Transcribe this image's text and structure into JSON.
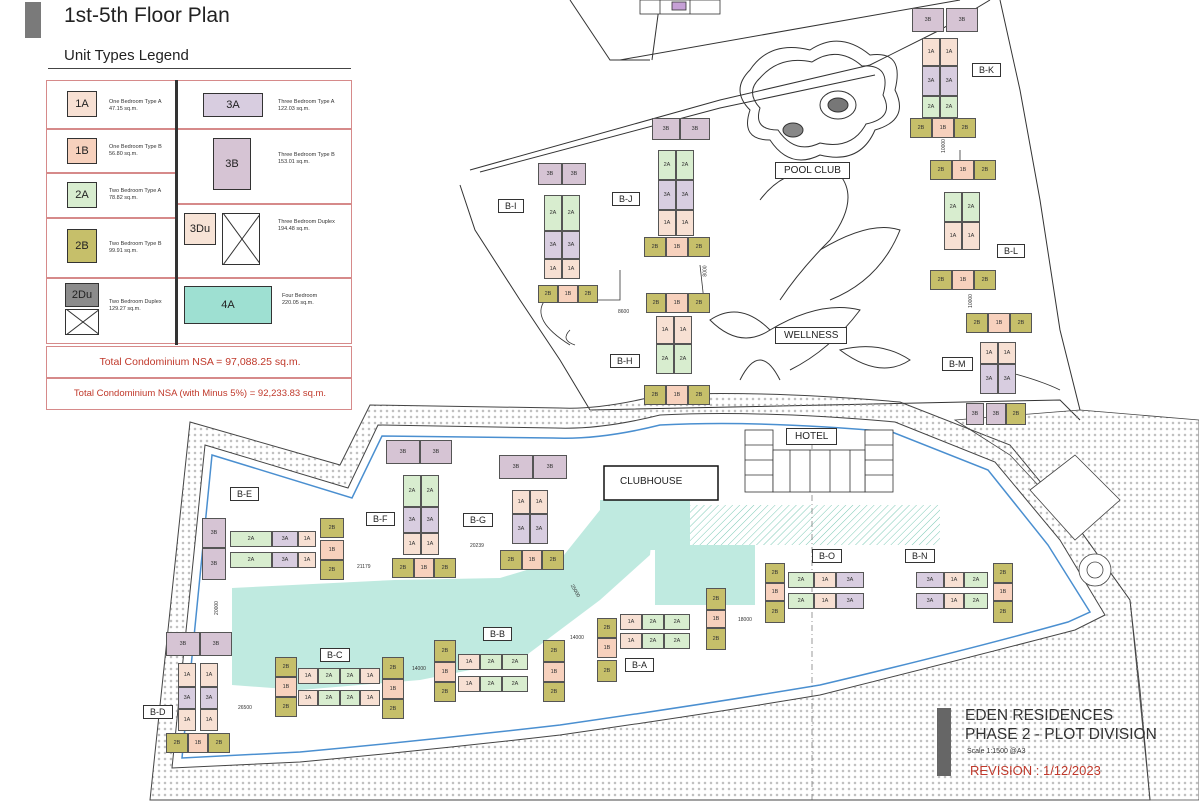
{
  "page_title": "1st-5th Floor Plan",
  "legend": {
    "title": "Unit Types Legend",
    "left_items": [
      {
        "code": "1A",
        "name": "One Bedroom Type A",
        "area": "47.15 sq.m.",
        "color": "#f7e0d3"
      },
      {
        "code": "1B",
        "name": "One Bedroom Type B",
        "area": "56.80 sq.m.",
        "color": "#f7d1bd"
      },
      {
        "code": "2A",
        "name": "Two Bedroom Type A",
        "area": "78.82 sq.m.",
        "color": "#d8edcf"
      },
      {
        "code": "2B",
        "name": "Two Bedroom Type B",
        "area": "99.91 sq.m.",
        "color": "#c6bf6a"
      },
      {
        "code": "2Du",
        "name": "Two Bedroom Duplex",
        "area": "129.27 sq.m.",
        "color": "#8c8c8c"
      }
    ],
    "right_items": [
      {
        "code": "3A",
        "name": "Three Bedroom Type A",
        "area": "122.03 sq.m.",
        "color": "#d8cde0"
      },
      {
        "code": "3B",
        "name": "Three Bedroom Type B",
        "area": "153.01 sq.m.",
        "color": "#d6c4d4"
      },
      {
        "code": "3Du",
        "name": "Three Bedroom Duplex",
        "area": "194.48 sq.m.",
        "color": "#f7e3d6"
      },
      {
        "code": "4A",
        "name": "Four Bedroom",
        "area": "220.05 sq.m.",
        "color": "#9ee0d2"
      }
    ],
    "total_nsa": "Total Condominium NSA  = 97,088.25 sq.m.",
    "total_nsa_minus": "Total Condominium NSA (with Minus 5%) = 92,233.83 sq.m."
  },
  "facilities": {
    "pool_club": "POOL CLUB",
    "wellness": "WELLNESS",
    "hotel": "HOTEL",
    "clubhouse": "CLUBHOUSE"
  },
  "buildings": {
    "B-A": "B-A",
    "B-B": "B-B",
    "B-C": "B-C",
    "B-D": "B-D",
    "B-E": "B-E",
    "B-F": "B-F",
    "B-G": "B-G",
    "B-H": "B-H",
    "B-I": "B-I",
    "B-J": "B-J",
    "B-K": "B-K",
    "B-L": "B-L",
    "B-M": "B-M",
    "B-N": "B-N",
    "B-O": "B-O"
  },
  "dimensions": [
    "21179",
    "20239",
    "26500",
    "14000",
    "14000",
    "18000",
    "8600",
    "10000",
    "10000",
    "8000",
    "20000",
    "25000"
  ],
  "title_block": {
    "project": "EDEN RESIDENCES",
    "phase": "PHASE 2 - PLOT DIVISION",
    "scale": "Scale 1:1500 @A3",
    "revision": "REVISION : 1/12/2023"
  },
  "colors": {
    "pool_water": "#bfeae0",
    "nsa_text": "#c0392b",
    "water_outline": "#4a8fd0"
  }
}
